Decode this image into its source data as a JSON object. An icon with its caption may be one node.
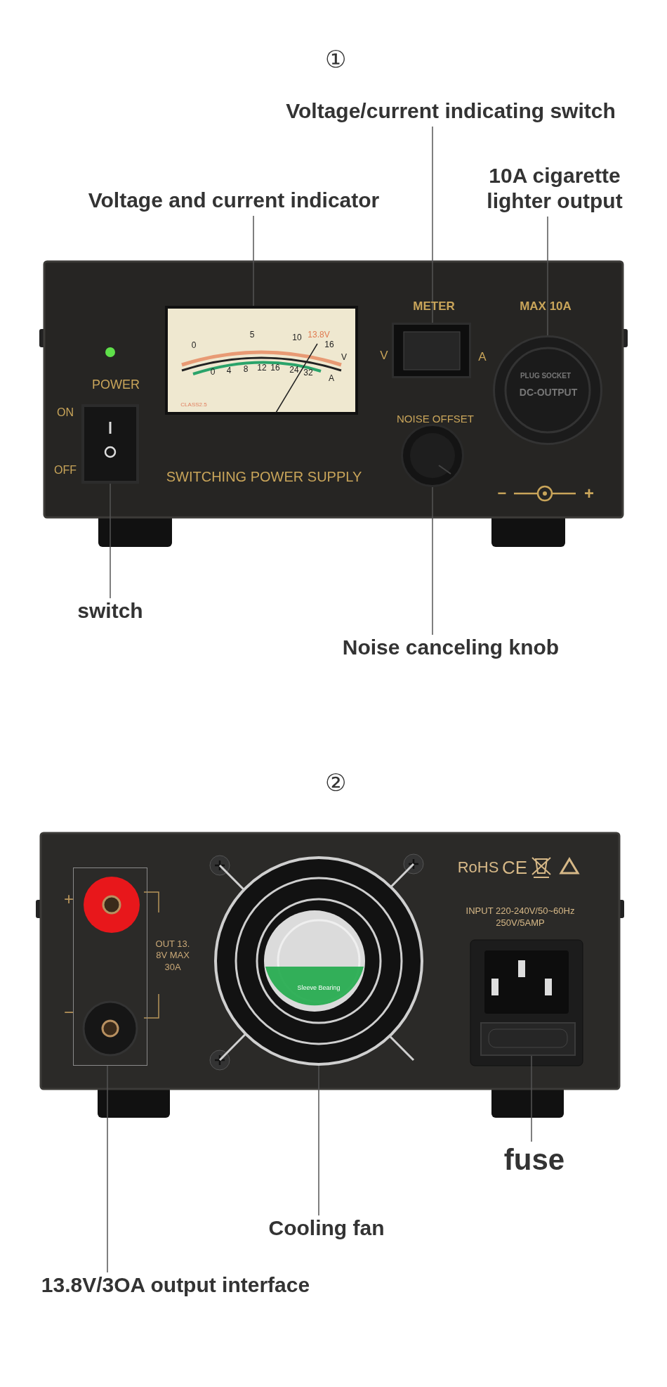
{
  "diagram": {
    "nodes": [
      {
        "text": [
          "Voltage/current indicating switch"
        ]
      },
      {
        "text": [
          "Voltage and current indicator"
        ]
      },
      {
        "text": [
          "10A cigarette lighter output"
        ]
      },
      {
        "text": [],
        "shape": "box"
      },
      {
        "text": [],
        "shape": "box"
      },
      {
        "text": [],
        "shape": "circle"
      },
      {
        "text": [],
        "shape": "box"
      },
      {
        "text": [],
        "shape": "circle"
      },
      {
        "text": [
          "switch"
        ]
      },
      {
        "text": [
          "Noise canceling knob"
        ]
      },
      {
        "text": [],
        "shape": "box"
      },
      {
        "text": [],
        "shape": "circle"
      },
      {
        "text": [],
        "shape": "box"
      },
      {
        "text": [
          "fuse"
        ]
      },
      {
        "text": [
          "Cooling fan"
        ]
      },
      {
        "text": [
          "13.8V/3OA output interface"
        ]
      }
    ],
    "edges": [
      {
        "from": 0,
        "to": 4,
        "arrow": "none"
      },
      {
        "from": 1,
        "to": 3,
        "arrow": "none"
      },
      {
        "from": 2,
        "to": 5,
        "arrow": "none"
      },
      {
        "from": 8,
        "to": 6,
        "arrow": "none"
      },
      {
        "from": 9,
        "to": 7,
        "arrow": "none"
      },
      {
        "from": 13,
        "to": 12,
        "arrow": "none"
      },
      {
        "from": 14,
        "to": 11,
        "arrow": "none"
      },
      {
        "from": 15,
        "to": 10,
        "arrow": "none"
      }
    ],
    "labels": [
      "①",
      "METER",
      "MAX 10A",
      "0",
      "5",
      "10",
      "13.8V",
      "16",
      "V",
      "0",
      "4",
      "8",
      "12",
      "16",
      "24",
      "32",
      "A",
      "V",
      "A",
      "PLUG SOCKET",
      "DC-OUTPUT",
      "POWER",
      "ON",
      "CLASS2.5",
      "NOISE OFFSET",
      "OFF",
      "SWITCHING POWER SUPPLY",
      "−",
      "+",
      "②",
      "RoHS",
      "CE",
      "+",
      "INPUT 220-240V/50~60Hz",
      "250V/5AMP",
      "OUT 13. 8V MAX 30A",
      "Sleeve Bearing",
      "−"
    ]
  }
}
